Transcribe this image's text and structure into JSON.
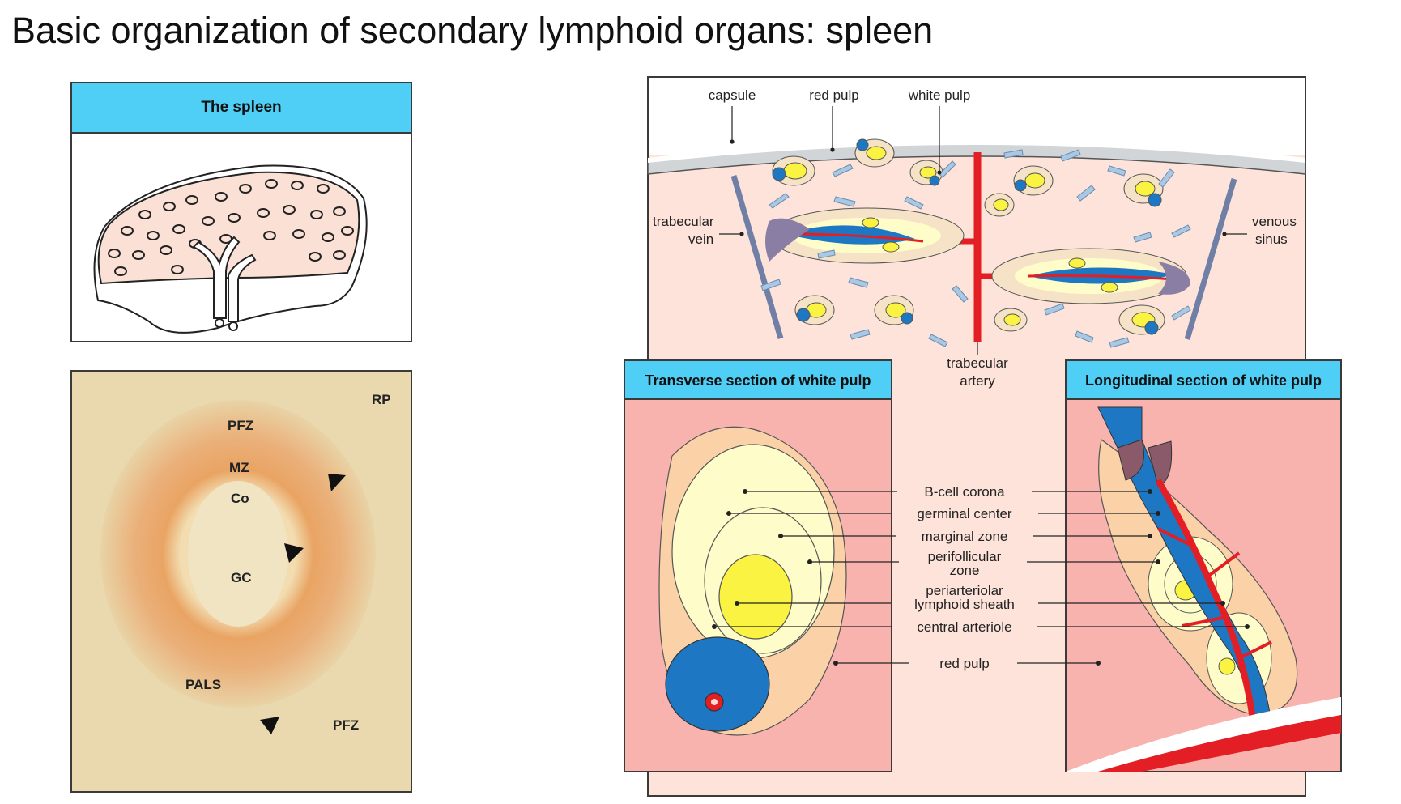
{
  "title": "Basic organization of secondary lymphoid organs: spleen",
  "panels": {
    "spleen": {
      "heading": "The spleen"
    },
    "micrograph": {
      "labels": {
        "rp": "RP",
        "pfz_top": "PFZ",
        "mz": "MZ",
        "co": "Co",
        "gc": "GC",
        "pals": "PALS",
        "pfz_bottom": "PFZ"
      }
    },
    "overview": {
      "labels": {
        "capsule": "capsule",
        "red_pulp": "red pulp",
        "white_pulp": "white pulp",
        "trabecular_vein_1": "trabecular",
        "trabecular_vein_2": "vein",
        "venous_sinus_1": "venous",
        "venous_sinus_2": "sinus",
        "trabecular_artery_1": "trabecular",
        "trabecular_artery_2": "artery"
      }
    },
    "transverse": {
      "heading": "Transverse section of white pulp"
    },
    "longitudinal": {
      "heading": "Longitudinal section of white pulp"
    },
    "center_labels": {
      "b_cell_corona": "B-cell corona",
      "germinal_center": "germinal center",
      "marginal_zone": "marginal zone",
      "perifollicular_1": "perifollicular",
      "perifollicular_2": "zone",
      "pals_1": "periarteriolar",
      "pals_2": "lymphoid sheath",
      "central_arteriole": "central arteriole",
      "red_pulp": "red pulp"
    }
  },
  "colors": {
    "header_blue": "#4fcff5",
    "red_pulp_pink": "#f9b3ae",
    "light_pink": "#fde1d8",
    "perifollicular_peach": "#fbd2a8",
    "corona_cream": "#fefdc9",
    "germinal_yellow": "#fbf341",
    "pals_blue": "#1e77c3",
    "arteriole_red": "#e31e24"
  }
}
